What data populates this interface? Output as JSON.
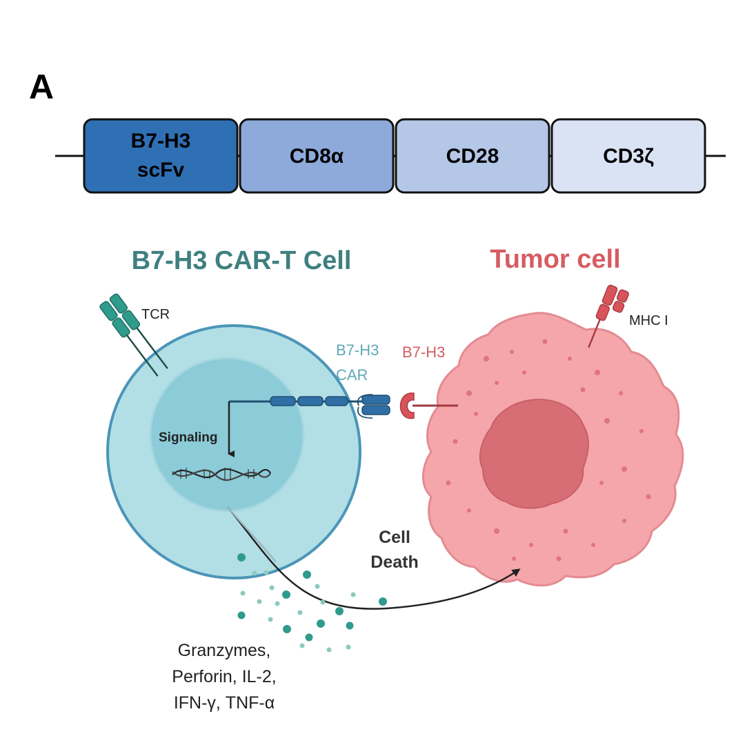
{
  "panel_label": "A",
  "construct": {
    "domains": [
      {
        "line1": "B7-H3",
        "line2": "scFv",
        "fill": "#2f6fb4"
      },
      {
        "line1": "CD8α",
        "line2": "",
        "fill": "#8eaadb"
      },
      {
        "line1": "CD28",
        "line2": "",
        "fill": "#b4c7e7"
      },
      {
        "line1": "CD3ζ",
        "line2": "",
        "fill": "#dae3f3"
      }
    ]
  },
  "cart_cell": {
    "title": "B7-H3 CAR-T Cell",
    "title_color": "#3f7f7f",
    "tcr_label": "TCR",
    "car_label_line1": "B7-H3",
    "car_label_line2": "CAR",
    "car_label_color": "#5fa8b5",
    "signaling_label": "Signaling"
  },
  "tumor_cell": {
    "title": "Tumor cell",
    "title_color": "#d65c62",
    "antigen_label": "B7-H3",
    "mhc_label": "MHC I"
  },
  "outcome": {
    "line1": "Cell",
    "line2": "Death"
  },
  "secreted": {
    "line1": "Granzymes,",
    "line2": "Perforin, IL-2,",
    "line3": "IFN-γ, TNF-α"
  }
}
